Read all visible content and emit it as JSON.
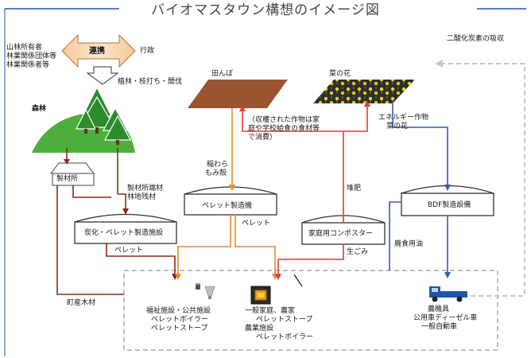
{
  "title": "バイオマスタウン構想のイメージ図",
  "actors": {
    "forest_owners": [
      "山林所有者",
      "林業関係団体等",
      "林業関係者等"
    ],
    "cooperation": "連携",
    "government": "行政"
  },
  "labels": {
    "planting": "植林・枝打ち・間伐",
    "forest": "森林",
    "sawmill": "製材所",
    "sawmill_residue": [
      "製材所端材",
      "林地残材"
    ],
    "rice_field": "田んぼ",
    "rapeseed": "菜の花",
    "harvest_note": [
      "（収穫された作物は家",
      "庭や学校給食の食材等",
      "で消費）"
    ],
    "energy_crop": [
      "エネルギー作物",
      "菜の花"
    ],
    "co2": "二酸化炭素の吸収",
    "straw": [
      "稲わら",
      "もみ殻"
    ],
    "compost": "堆肥",
    "pellet_mill": "ペレット製造機",
    "home_composter": "家庭用コンポスター",
    "bdf_plant": "BDF製造設備",
    "carbonization": "炭化・ペレット製造施設",
    "pellet1": "ペレット",
    "pellet2": "ペレット",
    "food_waste": "生ごみ",
    "waste_oil": "廃食用油",
    "local_timber": "町産木材",
    "welfare": [
      "福祉施設・公共施設",
      "ペレットボイラー",
      "ペレットストーブ"
    ],
    "homes": [
      "一般家庭、農家",
      "ペレットストーブ",
      "農業施設",
      "ペレットボイラー"
    ],
    "vehicles": [
      "農機具",
      "公用車ディーゼル車",
      "一般自動車"
    ]
  },
  "colors": {
    "wood_flow": "#8b2a1a",
    "pellet_flow": "#e88a2e",
    "compost_flow": "#e23a3a",
    "oil_flow": "#3b58b5",
    "co2_flow": "#c8c8c8",
    "forest_green": "#4caf3c",
    "soil": "#9a5530",
    "accent_blue": "#1f56a8"
  }
}
